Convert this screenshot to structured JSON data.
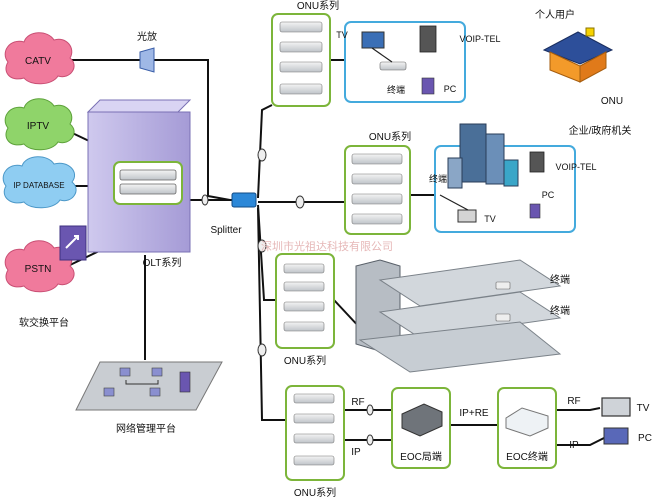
{
  "sources": {
    "catv": "CATV",
    "iptv": "IPTV",
    "ip_database": "IP DATABASE",
    "pstn": "PSTN"
  },
  "labels": {
    "optical_amp": "光放",
    "olt_series": "OLT系列",
    "softswitch": "软交换平台",
    "network_mgmt": "网络管理平台",
    "splitter": "Splitter",
    "watermark": "深圳市光祖达科技有限公司",
    "personal_user": "个人用户",
    "onu": "ONU",
    "enterprise": "企业/政府机关"
  },
  "onu_groups": [
    {
      "title": "ONU系列"
    },
    {
      "title": "ONU系列"
    },
    {
      "title": "ONU系列"
    },
    {
      "title": "ONU系列"
    }
  ],
  "home_box": {
    "tv": "TV",
    "voip": "VOIP-TEL",
    "terminal": "终端",
    "pc": "PC"
  },
  "enterprise_box": {
    "terminal": "终端",
    "voip": "VOIP-TEL",
    "pc": "PC",
    "tv": "TV"
  },
  "building_terminals": [
    "终端",
    "终端"
  ],
  "eoc": {
    "rf_left": "RF",
    "ip_left": "IP",
    "local": "EOC局端",
    "ip_re": "IP+RE",
    "terminal": "EOC终端",
    "rf_right": "RF",
    "ip_right": "IP",
    "tv": "TV",
    "pc": "PC"
  },
  "colors": {
    "cloud_pink": "#f07a9c",
    "cloud_green": "#8fd46a",
    "cloud_blue": "#8fcdf2",
    "olt_purple": "#b8b0e0",
    "onu_border": "#7cb53a",
    "home_box_border": "#44aadd"
  }
}
